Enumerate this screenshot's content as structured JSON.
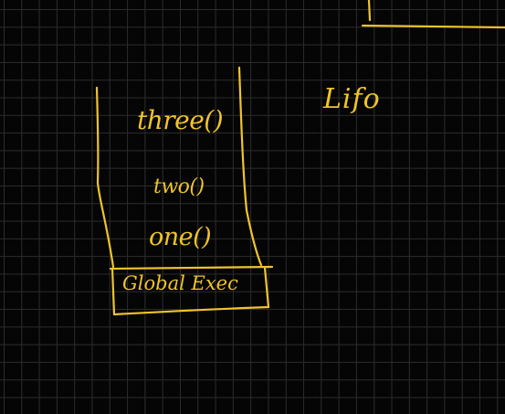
{
  "diagram": {
    "stack_frames": [
      {
        "label": "three()"
      },
      {
        "label": "two()"
      },
      {
        "label": "one()"
      }
    ],
    "base_frame": {
      "label": "Global Exec"
    },
    "side_note": "Lifo"
  },
  "colors": {
    "background": "#050505",
    "grid_line": "#2c2c2c",
    "ink": "#f0c42b"
  }
}
